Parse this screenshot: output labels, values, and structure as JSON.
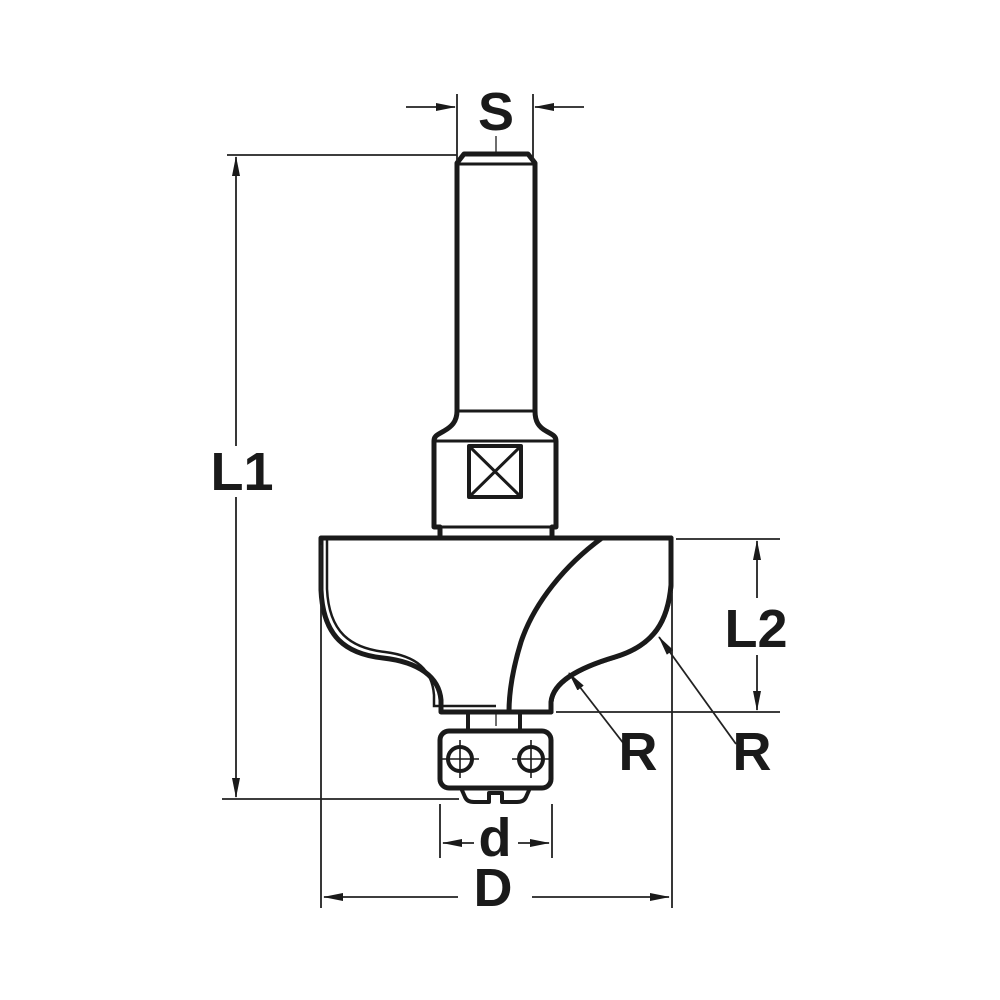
{
  "diagram": {
    "type": "technical-drawing",
    "subject": "router-bit-with-bearing-side-view",
    "labels": {
      "shank_diameter": "S",
      "overall_length": "L1",
      "cutting_length": "L2",
      "radius_left": "R",
      "radius_right": "R",
      "bearing_diameter": "d",
      "overall_diameter": "D"
    },
    "colors": {
      "line": "#1a1a1a",
      "flute_fill": "#b9b9b9",
      "centerline": "#6e6e6e",
      "background": "#ffffff"
    }
  }
}
